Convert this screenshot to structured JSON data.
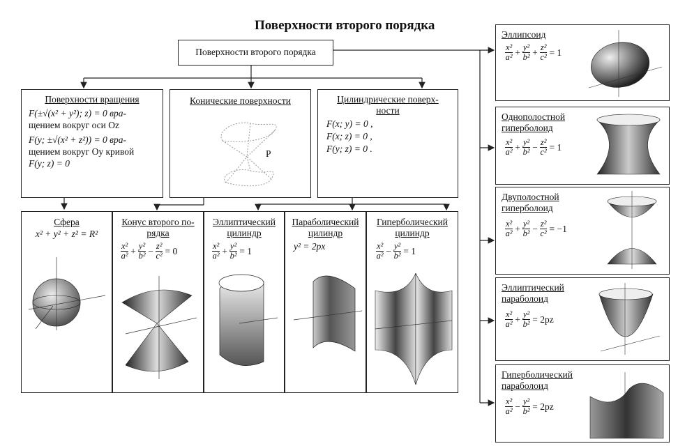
{
  "title": "Поверхности второго порядка",
  "root": {
    "label": "Поверхности второго порядка"
  },
  "categories": {
    "rotation": {
      "label": "Поверхности вращения",
      "line1": "F(±√(x² + y²); z) = 0 вра-",
      "line2": "щением вокруг оси Oz",
      "line3": "F(y; ±√(x² + z²)) = 0 вра-",
      "line4": "щением вокруг Oy кривой",
      "line5": "F(y; z) = 0"
    },
    "conic": {
      "label": "Конические поверхности",
      "point": "P"
    },
    "cylindrical": {
      "label_1": "Цилиндрические поверх-",
      "label_2": "ности",
      "eq1": "F(x; y) = 0 ,",
      "eq2": "F(x; z) = 0 ,",
      "eq3": "F(y; z) = 0 ."
    }
  },
  "bottom": {
    "sphere": {
      "label": "Сфера",
      "eq": "x² + y² + z² = R²"
    },
    "cone": {
      "label_1": "Конус второго по-",
      "label_2": "рядка",
      "rhs": "= 0"
    },
    "elliptic_cyl": {
      "label_1": "Эллиптический",
      "label_2": "цилиндр",
      "rhs": "= 1"
    },
    "parabolic_cyl": {
      "label_1": "Параболический",
      "label_2": "цилиндр",
      "eq": "y² = 2px"
    },
    "hyperbolic_cyl": {
      "label_1": "Гиперболический",
      "label_2": "цилиндр",
      "rhs": "= 1"
    }
  },
  "right": {
    "ellipsoid": {
      "label_1": "Эллипсоид",
      "label_2": "",
      "rhs": "= 1"
    },
    "one_sheet": {
      "label_1": "Однополостной",
      "label_2": "гиперболоид",
      "rhs": "= 1"
    },
    "two_sheet": {
      "label_1": "Двуполостной",
      "label_2": "гиперболоид",
      "rhs": "= −1"
    },
    "elliptic_par": {
      "label_1": "Эллиптический",
      "label_2": "параболоид",
      "rhs": "= 2pz"
    },
    "hyperbolic_par": {
      "label_1": "Гиперболический",
      "label_2": "параболоид",
      "rhs": "= 2pz"
    }
  },
  "frac": {
    "x2": "x²",
    "y2": "y²",
    "z2": "z²",
    "a2": "a²",
    "b2": "b²",
    "c2": "c²",
    "plus": "+",
    "minus": "−"
  }
}
